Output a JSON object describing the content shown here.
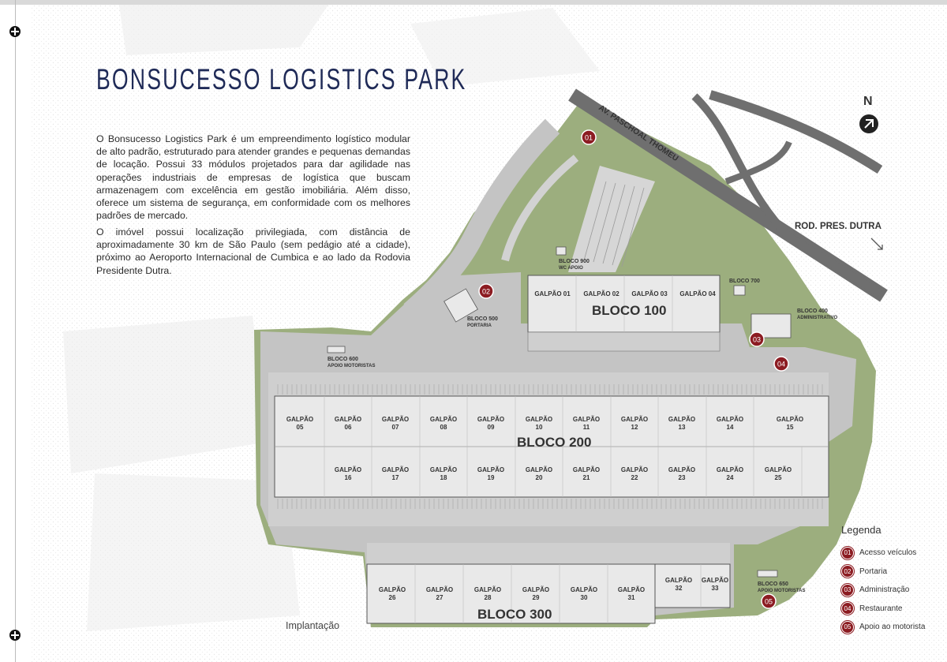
{
  "title": "BONSUCESSO LOGISTICS PARK",
  "intro_paragraphs": [
    "O Bonsucesso Logistics Park é um empreendimento logístico modular de alto padrão, estruturado para atender grandes e pequenas demandas de locação. Possui 33 módulos projetados para dar agilidade nas operações industriais de empresas de logística que buscam armazenagem com excelência em gestão imobiliária. Além disso, oferece um sistema de segurança, em conformidade com os melhores padrões de mercado.",
    "O imóvel possui localização privilegiada, com distância de aproximadamente 30 km de São Paulo (sem pedágio até a cidade), próximo ao Aeroporto Internacional de Cumbica e ao lado da Rodovia Presidente Dutra."
  ],
  "roads": {
    "avenue": "AV. PASCHOAL THOMEU",
    "highway": "ROD. PRES. DUTRA"
  },
  "north": "N",
  "blocks": {
    "b100": "BLOCO 100",
    "b200": "BLOCO 200",
    "b300": "BLOCO 300",
    "b400": {
      "name": "BLOCO 400",
      "sub": "ADMINISTRATIVO"
    },
    "b500": {
      "name": "BLOCO 500",
      "sub": "PORTARIA"
    },
    "b600": {
      "name": "BLOCO 600",
      "sub": "APOIO MOTORISTAS"
    },
    "b650": {
      "name": "BLOCO 650",
      "sub": "APOIO MOTORISTAS"
    },
    "b700": {
      "name": "BLOCO 700",
      "sub": ""
    },
    "b900": {
      "name": "BLOCO 900",
      "sub": "WC APOIO"
    }
  },
  "galpao_word": "GALPÃO",
  "galpoes_b100": [
    "GALPÃO 01",
    "GALPÃO 02",
    "GALPÃO 03",
    "GALPÃO 04"
  ],
  "galpoes_b200_row1": [
    "05",
    "06",
    "07",
    "08",
    "09",
    "10",
    "11",
    "12",
    "13",
    "14",
    "15"
  ],
  "galpoes_b200_row2": [
    "16",
    "17",
    "18",
    "19",
    "20",
    "21",
    "22",
    "23",
    "24",
    "25"
  ],
  "galpoes_b300": [
    "26",
    "27",
    "28",
    "29",
    "30",
    "31"
  ],
  "galpoes_b300_upper": [
    "32",
    "33"
  ],
  "markers": [
    "01",
    "02",
    "03",
    "04",
    "05"
  ],
  "legend": {
    "title": "Legenda",
    "items": [
      {
        "num": "01",
        "label": "Acesso veículos"
      },
      {
        "num": "02",
        "label": "Portaria"
      },
      {
        "num": "03",
        "label": "Administração"
      },
      {
        "num": "04",
        "label": "Restaurante"
      },
      {
        "num": "05",
        "label": "Apoio ao motorista"
      }
    ]
  },
  "caption": "Implantação",
  "colors": {
    "title": "#1f2a57",
    "green": "#9cae7e",
    "pavement": "#c8c8c8",
    "building": "#e9e9e9",
    "road": "#6f6f6f",
    "marker": "#8c1c22"
  }
}
